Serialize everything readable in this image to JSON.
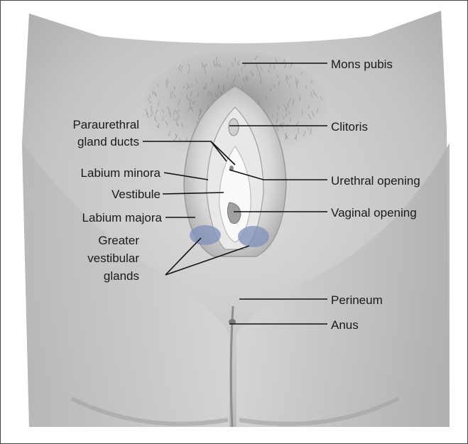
{
  "labels": {
    "mons_pubis": "Mons pubis",
    "clitoris": "Clitoris",
    "paraurethral_line1": "Paraurethral",
    "paraurethral_line2": "gland ducts",
    "labium_minora": "Labium minora",
    "urethral_opening": "Urethral opening",
    "vestibule": "Vestibule",
    "vaginal_opening": "Vaginal opening",
    "labium_majora": "Labium majora",
    "greater_line1": "Greater",
    "greater_line2": "vestibular",
    "greater_line3": "glands",
    "perineum": "Perineum",
    "anus": "Anus"
  },
  "colors": {
    "skin": "#c9c9c9",
    "skin_light": "#e4e4e4",
    "skin_dark": "#9c9c9c",
    "hair": "#8a8a8a",
    "gland": "#7f8fb8",
    "leader": "#111111"
  }
}
